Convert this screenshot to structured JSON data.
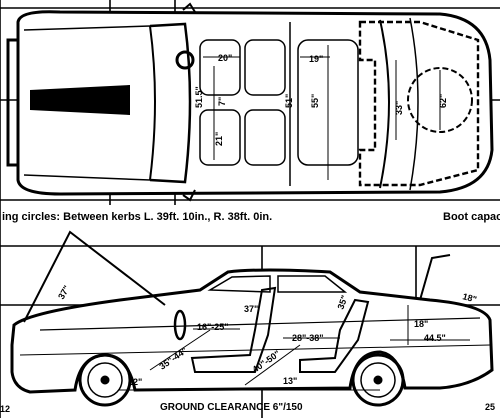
{
  "captions": {
    "turning_circles": "ing circles: Between kerbs L. 39ft. 10in., R. 38ft. 0in.",
    "boot_capacity": "Boot capac",
    "ground_clearance": "GROUND CLEARANCE 6\"/150"
  },
  "top_view": {
    "front_seat_width": "20\"",
    "rear_seat_width": "19\"",
    "front_shoulder_width": "51.5\"",
    "front_seat_gap": "7\"",
    "front_seat_depth": "21\"",
    "mid_width": "51\"",
    "rear_width": "55\"",
    "boot_depth": "33\"",
    "boot_width": "62\""
  },
  "side_view": {
    "bonnet_angle": "37\"",
    "windscreen_angle": "37\"",
    "rear_screen_angle": "35\"",
    "boot_lid_angle": "18\"",
    "front_legroom": "16\"-25\"",
    "rear_legroom": "28\"-38\"",
    "front_headroom": "35\"-44\"",
    "seat_travel": "40\"-50\"",
    "front_seat_height": "12\"",
    "rear_seat_height": "13\"",
    "boot_height": "18\"",
    "boot_length": "44.5\""
  },
  "edge_labels": {
    "left": "12",
    "right": "25"
  }
}
